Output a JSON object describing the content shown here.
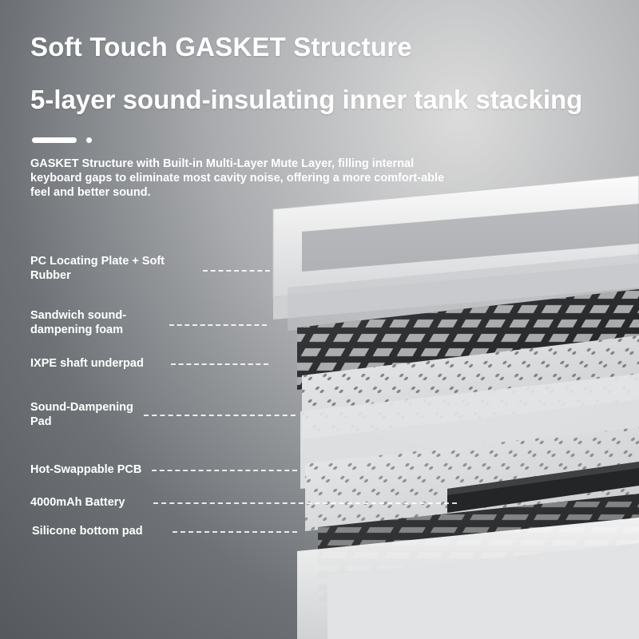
{
  "heading": {
    "title": "Soft Touch GASKET Structure",
    "subtitle": "5-layer sound-insulating inner tank stacking"
  },
  "description": "GASKET Structure with Built-in Multi-Layer Mute Layer, filling internal keyboard gaps to eliminate most cavity noise, offering a more comfort-able feel and better sound.",
  "layers": [
    {
      "label": "PC Locating Plate + Soft Rubber"
    },
    {
      "label": "Sandwich sound-dampening foam"
    },
    {
      "label": "IXPE shaft underpad"
    },
    {
      "label": "Sound-Dampening Pad"
    },
    {
      "label": "Hot-Swappable PCB"
    },
    {
      "label": "4000mAh Battery"
    },
    {
      "label": "Silicone bottom pad"
    }
  ],
  "colors": {
    "frame": "#f2f3f4",
    "plate": "#2c2d2f",
    "foam": "#d9dadb",
    "pcb": "#e6e6e6",
    "battery": "#1f2022"
  }
}
